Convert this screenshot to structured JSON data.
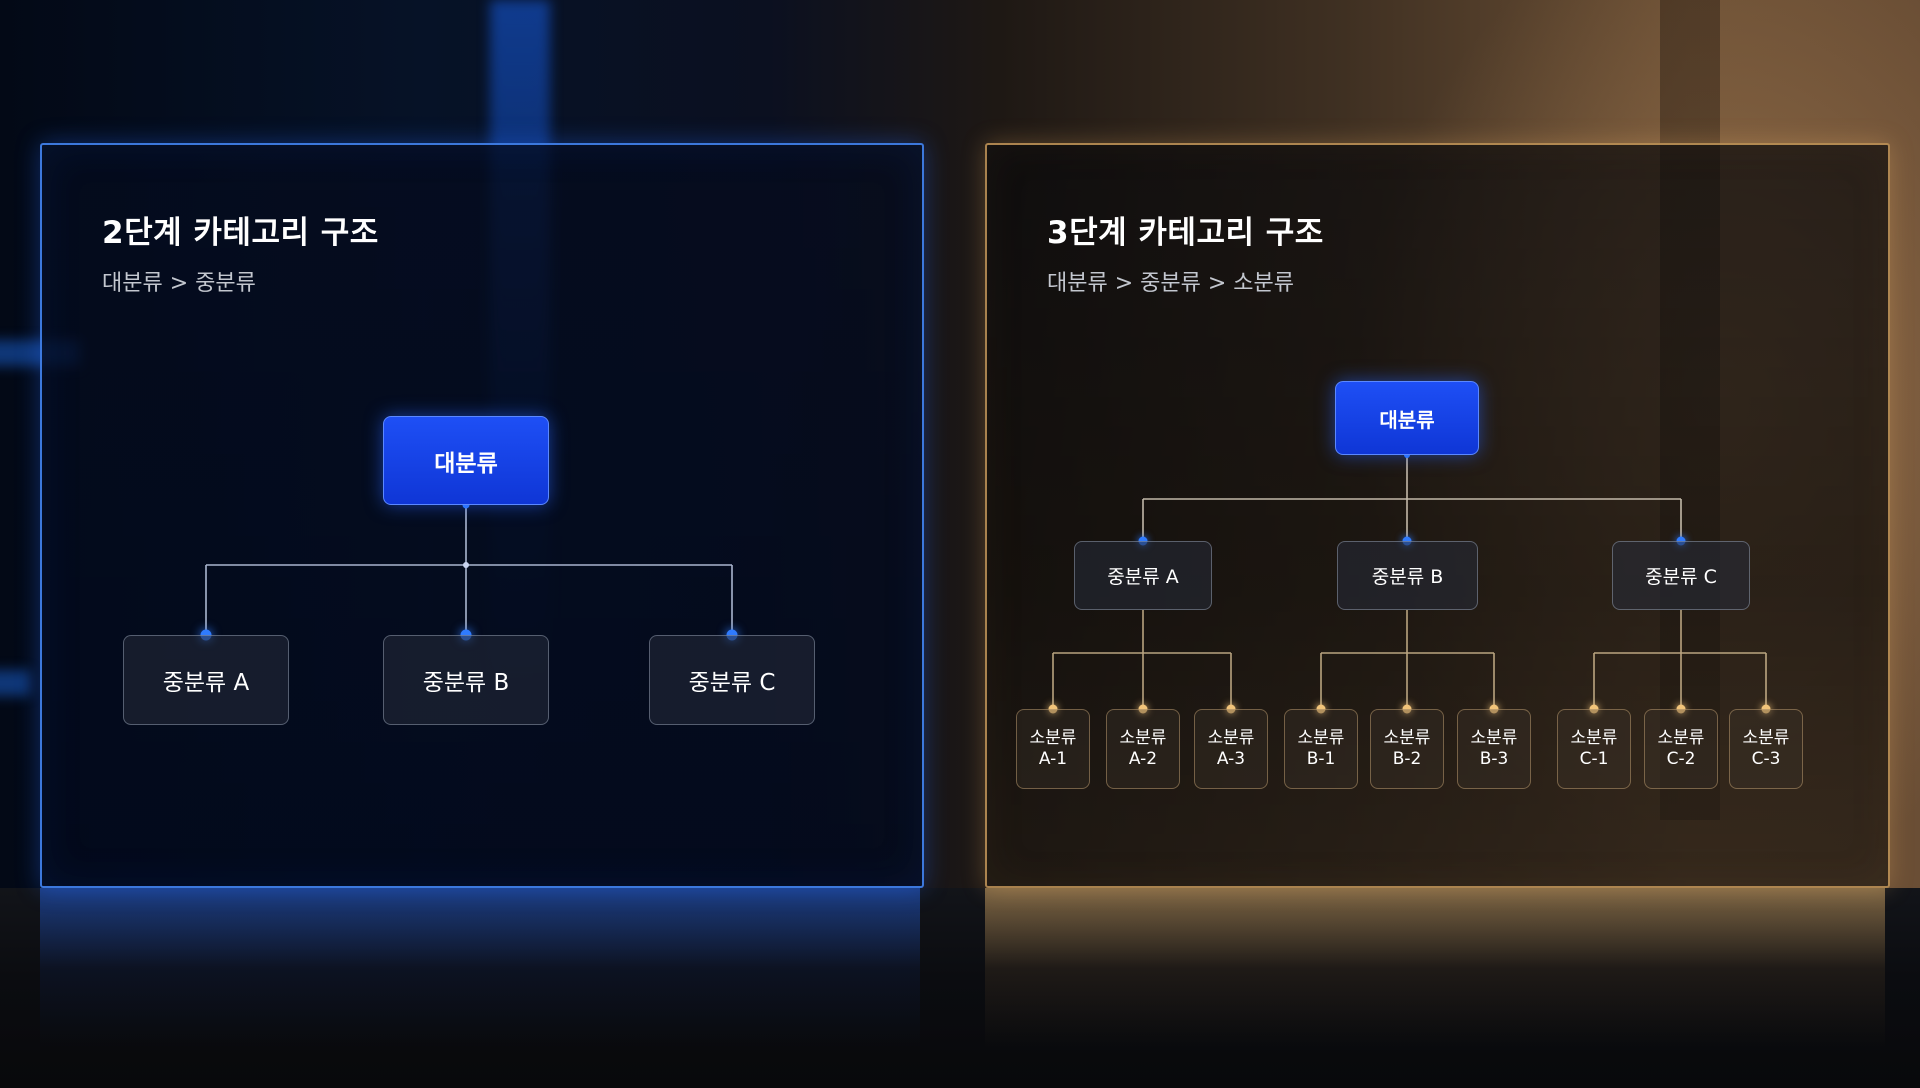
{
  "colors": {
    "blue_accent": "#1e4ff5",
    "blue_dot": "#2f7bff",
    "gold_accent": "#f2c47a",
    "wire_blue": "#c8d4ef",
    "wire_gold": "#e0c79b"
  },
  "left_panel": {
    "title": "2단계 카테고리 구조",
    "subtitle": "대분류 > 중분류",
    "root": {
      "label": "대분류"
    },
    "children": [
      {
        "label": "중분류 A"
      },
      {
        "label": "중분류 B"
      },
      {
        "label": "중분류 C"
      }
    ]
  },
  "right_panel": {
    "title": "3단계 카테고리 구조",
    "subtitle": "대분류 > 중분류 > 소분류",
    "root": {
      "label": "대분류"
    },
    "children": [
      {
        "label": "중분류 A",
        "children": [
          {
            "line1": "소분류",
            "line2": "A-1"
          },
          {
            "line1": "소분류",
            "line2": "A-2"
          },
          {
            "line1": "소분류",
            "line2": "A-3"
          }
        ]
      },
      {
        "label": "중분류 B",
        "children": [
          {
            "line1": "소분류",
            "line2": "B-1"
          },
          {
            "line1": "소분류",
            "line2": "B-2"
          },
          {
            "line1": "소분류",
            "line2": "B-3"
          }
        ]
      },
      {
        "label": "중분류 C",
        "children": [
          {
            "line1": "소분류",
            "line2": "C-1"
          },
          {
            "line1": "소분류",
            "line2": "C-2"
          },
          {
            "line1": "소분류",
            "line2": "C-3"
          }
        ]
      }
    ]
  }
}
